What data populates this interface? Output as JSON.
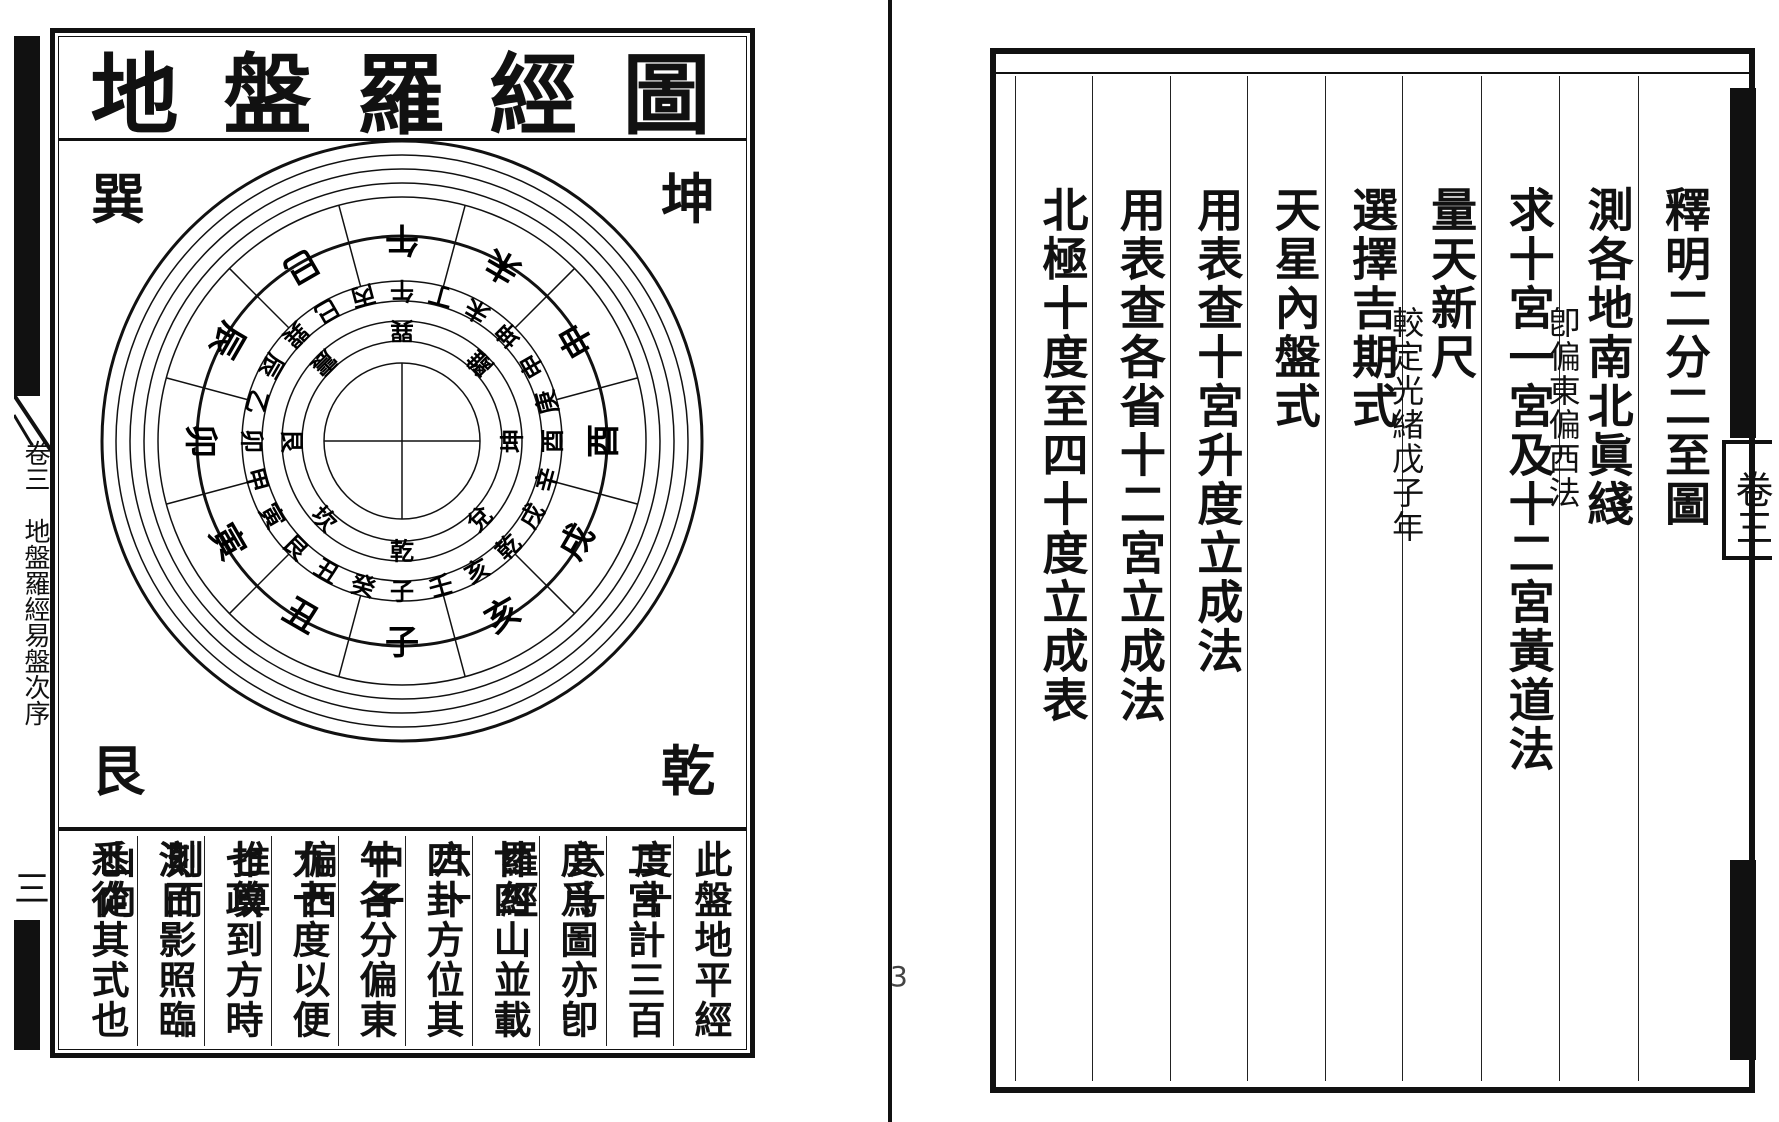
{
  "left_page": {
    "title": "地盤羅經圖",
    "corners": {
      "top_left": "巽",
      "top_right": "坤",
      "bottom_left": "艮",
      "bottom_right": "乾"
    },
    "rings": {
      "inner_trigrams": [
        "乾",
        "坎",
        "艮",
        "震",
        "巽",
        "離",
        "坤",
        "兌"
      ],
      "mountains_24": [
        "子",
        "癸",
        "丑",
        "艮",
        "寅",
        "甲",
        "卯",
        "乙",
        "辰",
        "巽",
        "巳",
        "丙",
        "午",
        "丁",
        "未",
        "坤",
        "申",
        "庚",
        "酉",
        "辛",
        "戌",
        "乾",
        "亥",
        "壬"
      ],
      "outer_12": [
        "子",
        "丑",
        "寅",
        "卯",
        "辰",
        "巳",
        "午",
        "未",
        "申",
        "酉",
        "戌",
        "亥"
      ]
    },
    "text_columns": [
      "此盤地平經度十",
      "二宮計三百六十",
      "度爲圖亦卽羅經",
      "廿四山並載六十",
      "四卦方位其中子",
      "午各分偏東偏西",
      "九十度以便推算",
      "七政到方時刻而",
      "測日影照臨山向",
      "悉從其式也"
    ],
    "margin_text": "卷三　地盤羅經易盤次序",
    "margin_number": "三"
  },
  "right_page": {
    "toc": [
      {
        "main": "釋明二分二至圖",
        "note": ""
      },
      {
        "main": "測各地南北眞綫",
        "note": "卽偏東偏西法"
      },
      {
        "main": "求十宮一宮及十二宮黃道法",
        "note": ""
      },
      {
        "main": "量天新尺",
        "note": "較定光緒戊子年"
      },
      {
        "main": "選擇吉期式",
        "note": ""
      },
      {
        "main": "天星內盤式",
        "note": ""
      },
      {
        "main": "用表查十宮升度立成法",
        "note": ""
      },
      {
        "main": "用表查各省十二宮立成法",
        "note": ""
      },
      {
        "main": "北極十度至四十度立成表",
        "note": ""
      }
    ],
    "edge_mark": "卷三"
  },
  "gutter_number": "3"
}
